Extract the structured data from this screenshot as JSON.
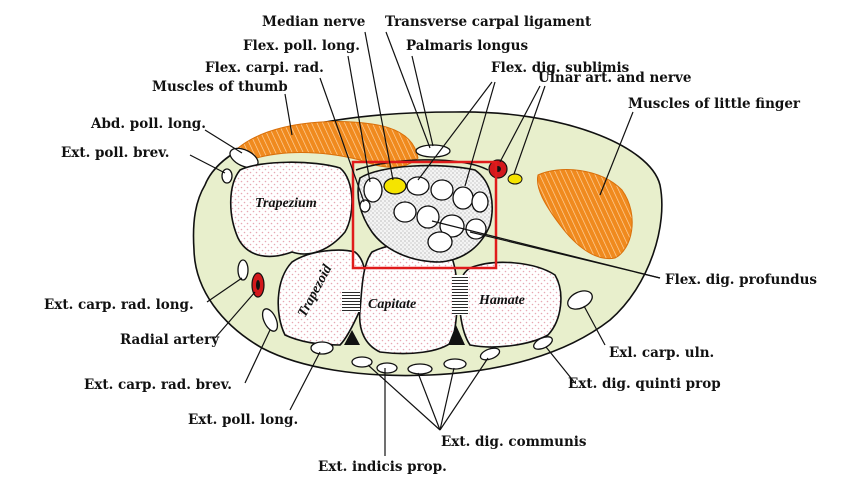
{
  "labels": {
    "median_nerve": "Median nerve",
    "transverse_carpal_ligament": "Transverse carpal ligament",
    "flex_poll_long": "Flex. poll. long.",
    "palmaris_longus": "Palmaris longus",
    "flex_carpi_rad": "Flex. carpi. rad.",
    "flex_dig_sublimis": "Flex. dig. sublimis",
    "ulnar_art_nerve": "Ulnar art. and nerve",
    "muscles_of_thumb": "Muscles of thumb",
    "muscles_of_little_finger": "Muscles of little finger",
    "abd_poll_long": "Abd. poll. long.",
    "ext_poll_brev": "Ext. poll. brev.",
    "flex_dig_profundus": "Flex. dig. profundus",
    "ext_carp_rad_long": "Ext. carp. rad. long.",
    "radial_artery": "Radial artery",
    "exl_carp_uln": "Exl. carp. uln.",
    "ext_dig_quinti_prop": "Ext. dig. quinti prop",
    "ext_carp_rad_brev": "Ext. carp. rad. brev.",
    "ext_poll_long": "Ext. poll. long.",
    "ext_dig_communis": "Ext. dig. communis",
    "ext_indicis_prop": "Ext. indicis prop."
  },
  "bones": {
    "trapezium": "Trapezium",
    "trapezoid": "Trapezoid",
    "capitate": "Capitate",
    "hamate": "Hamate"
  },
  "colors": {
    "background_tissue": "#e8efcc",
    "muscle": "#f08a1e",
    "nerve": "#f5e400",
    "artery": "#d3181c",
    "bone_dots": "#e7a8b3",
    "highlight_box": "#e01b1b"
  },
  "highlight_box": "carpal tunnel region"
}
